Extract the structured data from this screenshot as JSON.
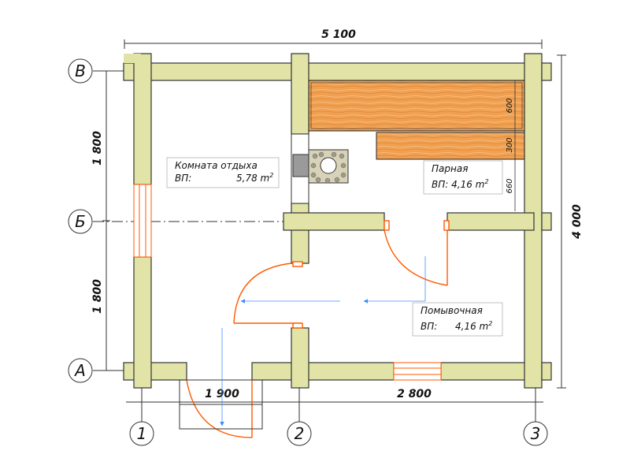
{
  "dimensions": {
    "total_width": "5 100",
    "total_height": "4 000",
    "left_upper": "1 800",
    "left_lower": "1 800",
    "bottom_left": "1 900",
    "bottom_right": "2 800",
    "bench_upper": "600",
    "bench_lower": "300",
    "bench_offset": "660"
  },
  "axes": {
    "rows": [
      "В",
      "Б",
      "А"
    ],
    "columns": [
      "1",
      "2",
      "3"
    ]
  },
  "rooms": [
    {
      "name": "Комната отдыха",
      "area_label": "ВП:",
      "area_value": "5,78 m",
      "area_unit_sup": "2"
    },
    {
      "name": "Парная",
      "area_label": "ВП:",
      "area_value": "4,16 m",
      "area_unit_sup": "2"
    },
    {
      "name": "Помывочная",
      "area_label": "ВП:",
      "area_value": "4,16 m",
      "area_unit_sup": "2"
    }
  ],
  "colors": {
    "wall_fill": "#e1e4a6",
    "wall_stroke": "#333333",
    "bench_fill": "#f0a050",
    "door_color": "#ff5a00",
    "arrow_color": "#3f8cff"
  }
}
